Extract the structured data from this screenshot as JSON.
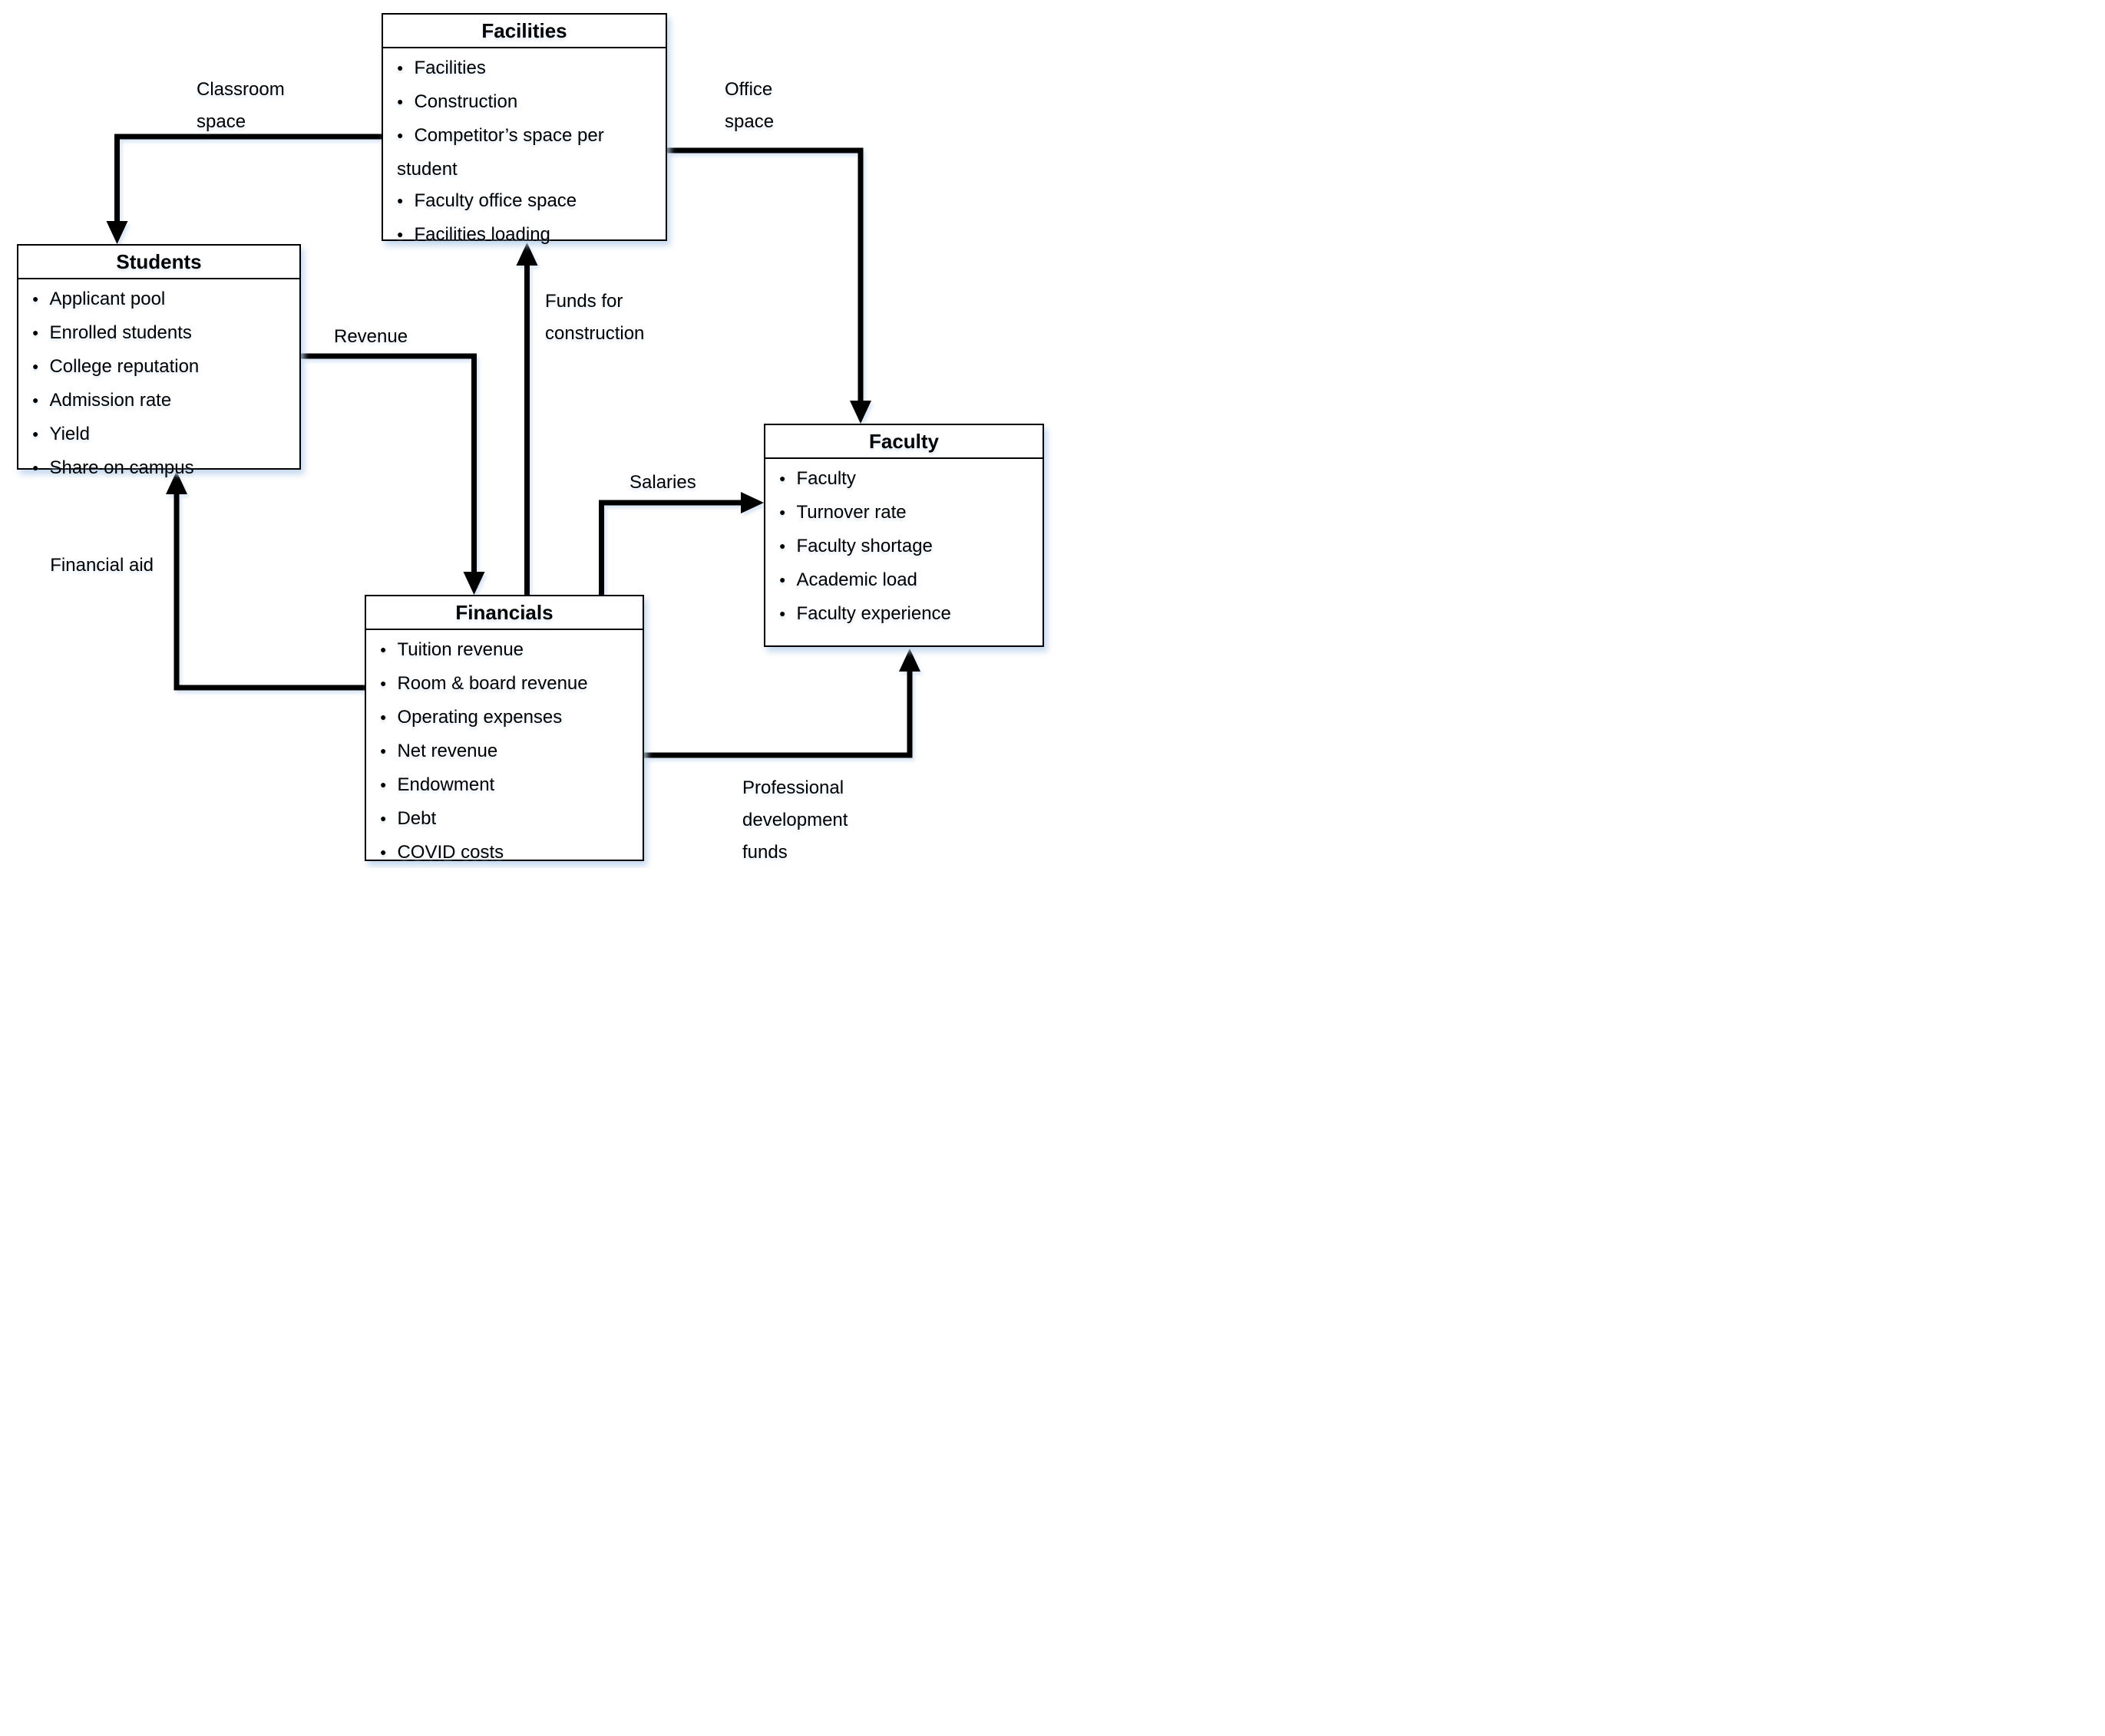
{
  "diagram": {
    "boxes": {
      "facilities": {
        "title": "Facilities",
        "items": [
          "Facilities",
          "Construction",
          "Competitor’s space per student",
          "Faculty office space",
          "Facilities loading"
        ]
      },
      "students": {
        "title": "Students",
        "items": [
          "Applicant pool",
          "Enrolled students",
          "College reputation",
          "Admission rate",
          "Yield",
          "Share on campus"
        ]
      },
      "faculty": {
        "title": "Faculty",
        "items": [
          "Faculty",
          "Turnover rate",
          "Faculty shortage",
          "Academic load",
          "Faculty experience"
        ]
      },
      "financials": {
        "title": "Financials",
        "items": [
          "Tuition revenue",
          "Room & board revenue",
          "Operating expenses",
          "Net revenue",
          "Endowment",
          "Debt",
          "COVID costs"
        ]
      }
    },
    "flow_labels": {
      "classroom_space": "Classroom space",
      "office_space": "Office space",
      "revenue": "Revenue",
      "funds_for_construction": "Funds for construction",
      "salaries": "Salaries",
      "financial_aid": "Financial aid",
      "professional_development_funds": "Professional development funds"
    },
    "colors": {
      "line": "#000000",
      "box_border": "#000000",
      "box_fill": "#ffffff",
      "text": "#000000",
      "shadow_tint": "#cfe0f2"
    }
  }
}
